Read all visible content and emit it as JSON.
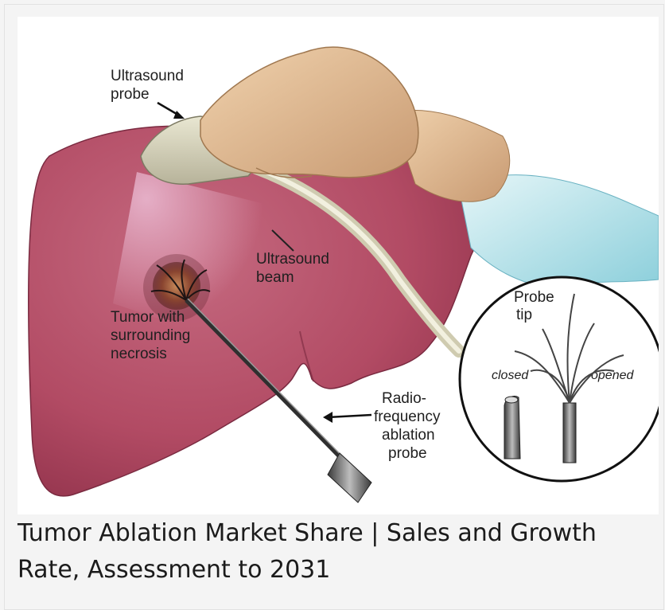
{
  "illustration": {
    "labels": {
      "ultrasound_probe": [
        "Ultrasound",
        "probe"
      ],
      "ultrasound_beam": [
        "Ultrasound",
        "beam"
      ],
      "tumor": [
        "Tumor with",
        "surrounding",
        "necrosis"
      ],
      "rf_probe": [
        "Radio-",
        "frequency",
        "ablation",
        "probe"
      ]
    },
    "inset": {
      "title": [
        "Probe",
        "tip"
      ],
      "closed": "closed",
      "opened": "opened"
    },
    "colors": {
      "liver": "#b24b64",
      "liver_dark": "#8e3049",
      "skin": "#e8c29a",
      "cable": "#e3e0c8",
      "sleeve": "#bfe3ea",
      "tumor": "#7a3b2a"
    }
  },
  "caption": {
    "line1": "Tumor Ablation Market Share | Sales and Growth",
    "line2": "Rate, Assessment to 2031"
  }
}
